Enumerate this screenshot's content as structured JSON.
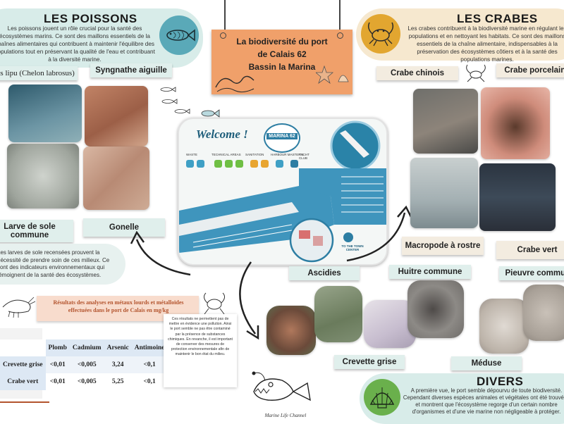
{
  "poissons": {
    "title": "LES POISSONS",
    "text": "Les poissons jouent un rôle crucial pour la santé des écosystèmes marins. Ce sont des maillons essentiels de la chaînes alimentaires qui contribuent à maintenir l'équilibre des populations tout en préservant la qualité de l'eau et contribuant à la diversité marine.",
    "labels": [
      "Mulets lipu (Chelon labrosus)",
      "Syngnathe aiguille",
      "Larve de sole commune",
      "Gonelle"
    ],
    "note": "Les larves de sole recensées prouvent la nécessité de prendre soin de ces milieux. Ce sont des indicateurs environnementaux qui témoignent de la santé des écosystèmes."
  },
  "poster": {
    "title_line1": "La biodiversité du port",
    "title_line2": "de Calais 62",
    "title_line3": "Bassin la Marina"
  },
  "map": {
    "welcome": "Welcome !",
    "badge": "MARINA 62",
    "legend": [
      "WASTE",
      "TECHNICAL AREAS",
      "SANITATION",
      "HARBOUR MASTER'S",
      "YACHT CLUB"
    ],
    "town": "TO THE TOWN CENTER"
  },
  "crabes": {
    "title": "LES CRABES",
    "text": "Les crabes contribuent à la biodiversité marine en régulant les populations et en nettoyant les habitats. Ce sont des maillons essentiels de la chaîne alimentaire, indispensables à la préservation des écosystèmes côtiers et à la santé des populations marines.",
    "labels": [
      "Crabe chinois",
      "Crabe porcelaine",
      "Macropode à rostre",
      "Crabe vert"
    ]
  },
  "divers": {
    "title": "DIVERS",
    "text": "A première vue, le port semble dépourvu de toute biodiversité. Cependant diverses espèces animales et végétales ont été trouvées et montrent que l'écosystème regorge d'un certain nombre d'organismes et d'une vie marine non négligeable à protéger.",
    "labels": [
      "Ascidies",
      "Huitre commune",
      "Pieuvre commune",
      "Crevette grise",
      "Méduse"
    ]
  },
  "analyses": {
    "title": "Résultats des analyses en métaux lourds et métalloïdes effectuées dans le port de Calais en mg/kg",
    "note": "Ces résultats ne permettent pas de mettre en évidence une pollution. Ainsi le port semble ne pas être contaminé par la présence de substances chimiques. En revanche, il est important de conserver des mesures de protection environnementale afin de maintenir le bon état du milieu.",
    "columns": [
      "Plomb",
      "Cadmium",
      "Arsenic",
      "Antimoine"
    ],
    "rows": [
      {
        "name": "Crevette grise",
        "values": [
          "<0,01",
          "<0,005",
          "3,24",
          "<0,1"
        ]
      },
      {
        "name": "Crabe vert",
        "values": [
          "<0,01",
          "<0,005",
          "5,25",
          "<0,1"
        ]
      }
    ]
  },
  "credit": "Marine Life Channel"
}
